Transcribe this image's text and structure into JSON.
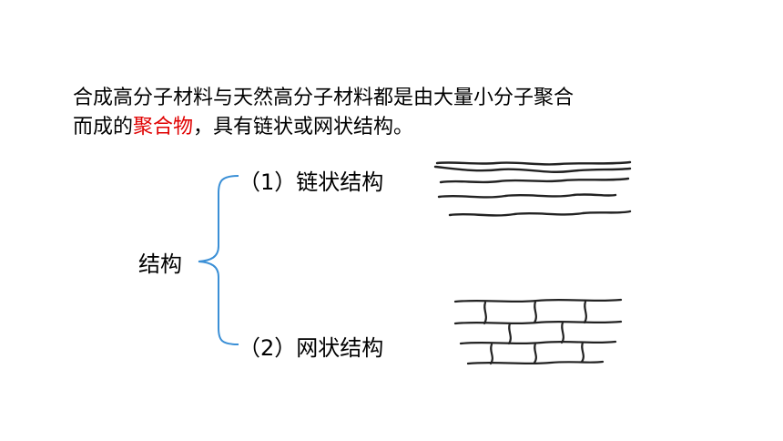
{
  "paragraph": {
    "line1": "合成高分子材料与天然高分子材料都是由大量小分子聚合",
    "line2_prefix": "而成的",
    "line2_highlight": "聚合物",
    "line2_suffix": "，具有链状或网状结构。",
    "highlight_color": "#e00000"
  },
  "tree": {
    "root": "结构",
    "items": [
      {
        "label": "（1）链状结构"
      },
      {
        "label": "（2）网状结构"
      }
    ],
    "brace_color": "#3a8fd6"
  },
  "illustrations": {
    "chain": "chain-structure-drawing",
    "network": "network-structure-drawing"
  }
}
